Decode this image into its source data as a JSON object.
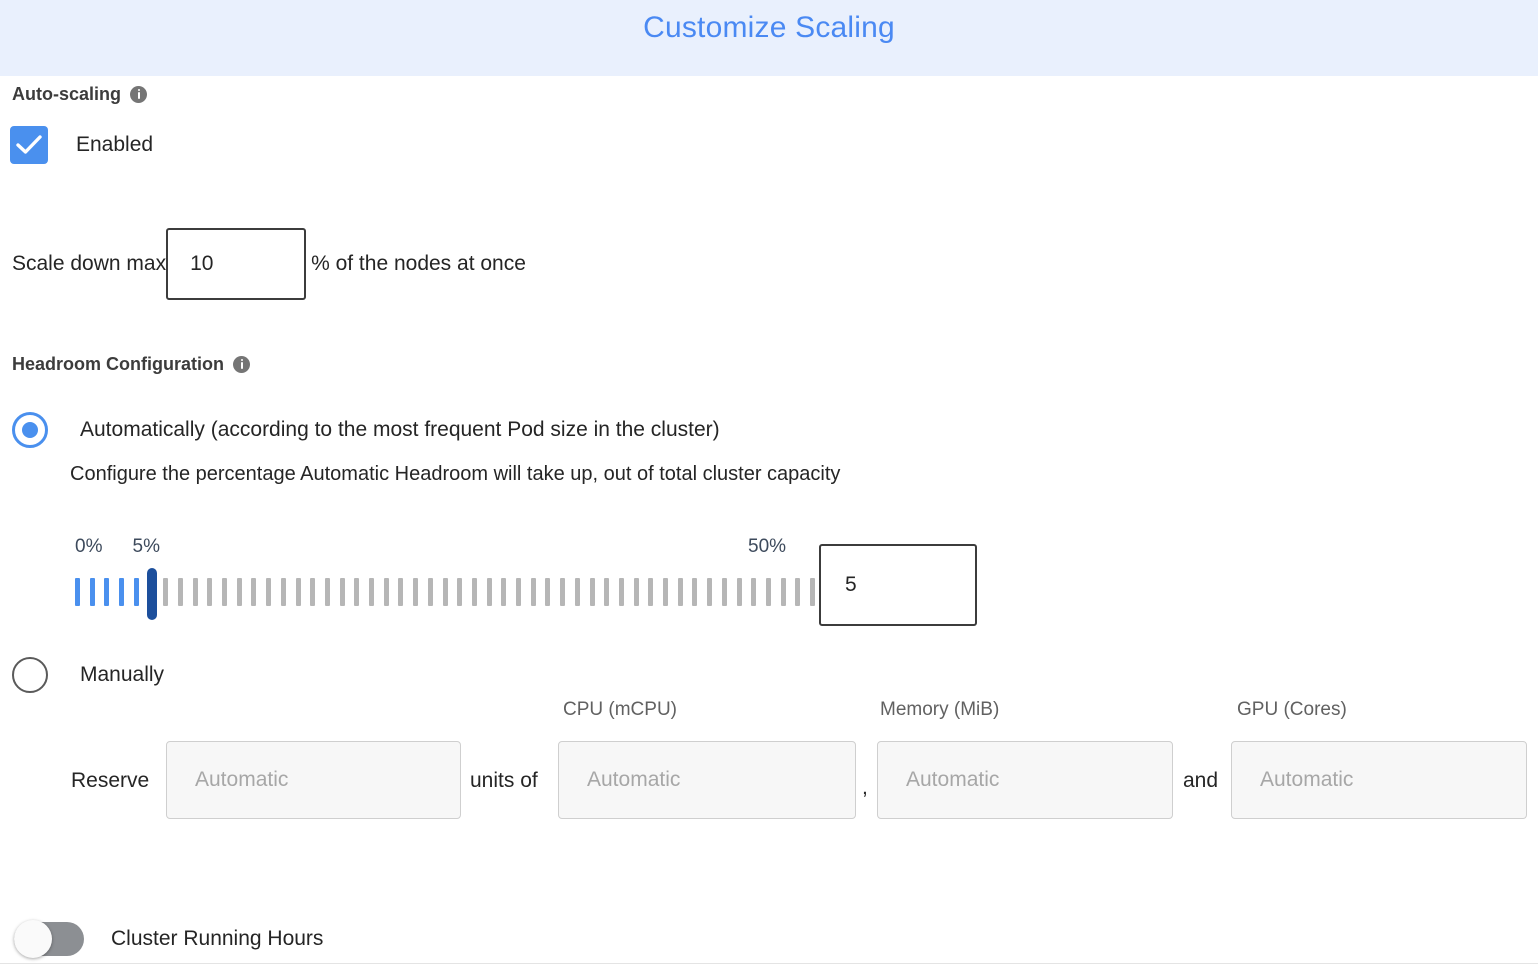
{
  "header": {
    "title": "Customize Scaling",
    "title_color": "#4a89f3",
    "background_color": "#e9f0fd"
  },
  "autoscaling": {
    "section_label": "Auto-scaling",
    "info_icon": "info-icon",
    "checkbox_label": "Enabled",
    "checkbox_checked": true,
    "accent_color": "#4a90ee"
  },
  "scale_down": {
    "prefix_label": "Scale down max",
    "value": "10",
    "suffix_label": "% of the nodes at once"
  },
  "headroom": {
    "section_label": "Headroom Configuration",
    "info_icon": "info-icon",
    "option_automatic": {
      "label": "Automatically (according to the most frequent Pod size in the cluster)",
      "selected": true,
      "help_text": "Configure the percentage Automatic Headroom will take up, out of total cluster capacity"
    },
    "option_manual": {
      "label": "Manually",
      "selected": false
    },
    "slider": {
      "min_label": "0%",
      "current_label": "5%",
      "max_label": "50%",
      "min": 0,
      "max": 50,
      "value": 5,
      "tick_count": 51,
      "active_color": "#4a90ee",
      "inactive_color": "#b6b6b6",
      "thumb_color": "#1c4f9c",
      "label_color": "#3d4a5c"
    },
    "value_input": "5"
  },
  "reserve": {
    "prefix_label": "Reserve",
    "units_of_label": "units of",
    "comma_label": ",",
    "and_label": "and",
    "columns": [
      {
        "header": "",
        "placeholder": "Automatic",
        "value": "",
        "name": "units"
      },
      {
        "header": "CPU (mCPU)",
        "placeholder": "Automatic",
        "value": "",
        "name": "cpu"
      },
      {
        "header": "Memory (MiB)",
        "placeholder": "Automatic",
        "value": "",
        "name": "memory"
      },
      {
        "header": "GPU (Cores)",
        "placeholder": "Automatic",
        "value": "",
        "name": "gpu"
      }
    ]
  },
  "cluster_running_hours": {
    "label": "Cluster Running Hours",
    "enabled": false,
    "off_color": "#8c8f93"
  }
}
